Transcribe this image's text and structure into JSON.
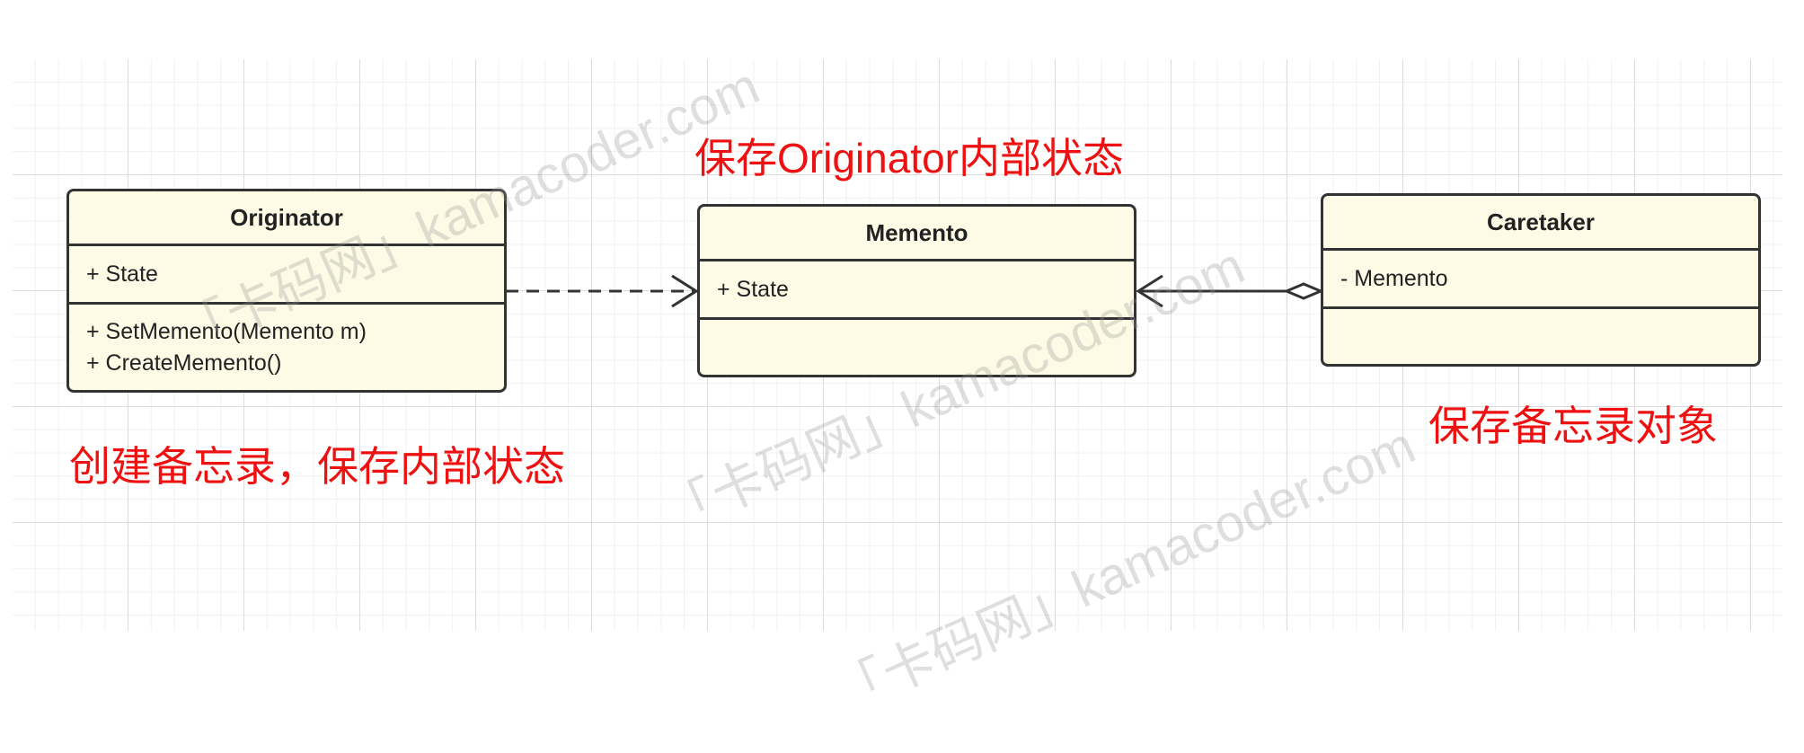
{
  "classes": {
    "originator": {
      "name": "Originator",
      "attributes": [
        "+ State"
      ],
      "methods": [
        "+ SetMemento(Memento m)",
        "+ CreateMemento()"
      ]
    },
    "memento": {
      "name": "Memento",
      "attributes": [
        "+ State"
      ],
      "methods": []
    },
    "caretaker": {
      "name": "Caretaker",
      "attributes": [
        "- Memento"
      ],
      "methods": []
    }
  },
  "notes": {
    "memento_note": "保存Originator内部状态",
    "originator_note": "创建备忘录，保存内部状态",
    "caretaker_note": "保存备忘录对象"
  },
  "watermark": "「卡码网」kamacoder.com",
  "colors": {
    "note": "#ee1111",
    "class_fill": "#fdfbe6",
    "class_border": "#333333"
  }
}
